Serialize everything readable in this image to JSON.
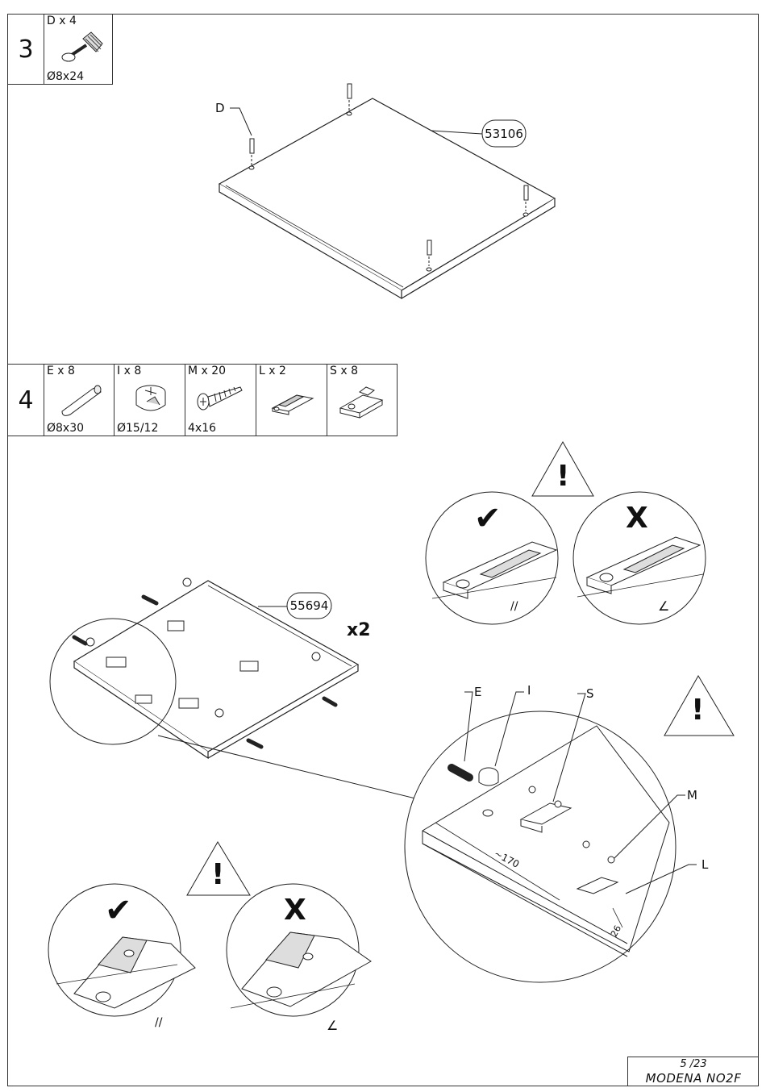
{
  "step3": {
    "number": "3",
    "parts": [
      {
        "qty": "D x 4",
        "dim": "Ø8x24",
        "icon": "cam-bolt-icon"
      }
    ],
    "panel_label": "53106",
    "callout_letter": "D"
  },
  "step4": {
    "number": "4",
    "parts": [
      {
        "qty": "E x 8",
        "dim": "Ø8x30",
        "icon": "dowel-icon"
      },
      {
        "qty": "I x 8",
        "dim": "Ø15/12",
        "icon": "cam-lock-icon"
      },
      {
        "qty": "M x 20",
        "dim": "4x16",
        "icon": "screw-icon"
      },
      {
        "qty": "L x 2",
        "dim": "",
        "icon": "magnet-catch-icon"
      },
      {
        "qty": "S x 8",
        "dim": "",
        "icon": "shelf-bracket-icon"
      }
    ],
    "panel_label": "55694",
    "multiplier": "x2",
    "detail_letters": {
      "e": "E",
      "i": "I",
      "s": "S",
      "m": "M",
      "l": "L"
    },
    "dimension_170": "~170",
    "dimension_26": "26",
    "correct_mark": "✔",
    "wrong_mark": "X",
    "warning_mark": "!",
    "parallel_mark": "//",
    "angle_mark": "∠"
  },
  "footer": {
    "page": "5 /23",
    "model": "MODENA NO2F"
  }
}
